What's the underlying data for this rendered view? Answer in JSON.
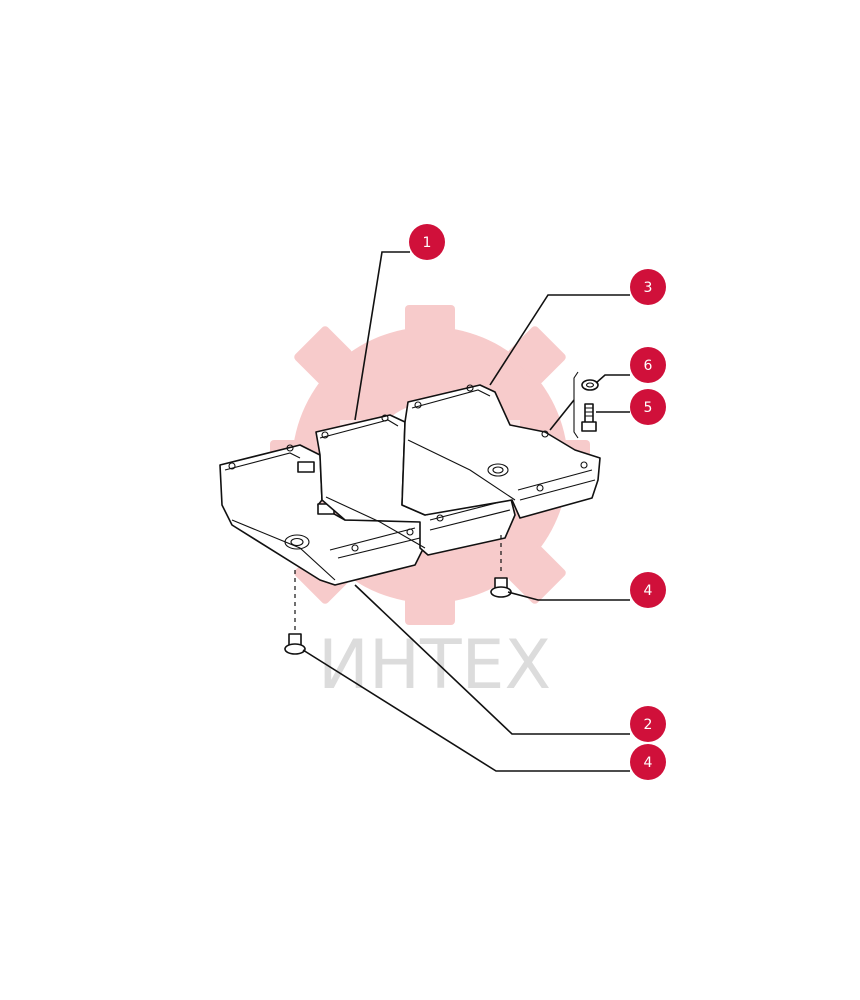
{
  "watermark": {
    "text": "ИНТЕХ",
    "gear_color": "#f7c6c6",
    "text_color": "#dcdcdc"
  },
  "callout_color": "#d0103a",
  "callouts": [
    {
      "id": "c1",
      "label": "1"
    },
    {
      "id": "c3",
      "label": "3"
    },
    {
      "id": "c6",
      "label": "6"
    },
    {
      "id": "c5",
      "label": "5"
    },
    {
      "id": "c4a",
      "label": "4"
    },
    {
      "id": "c2",
      "label": "2"
    },
    {
      "id": "c4b",
      "label": "4"
    }
  ]
}
